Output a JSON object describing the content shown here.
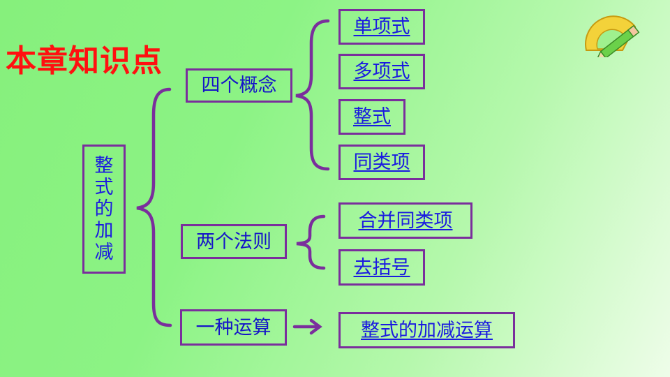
{
  "slide": {
    "title": "本章知识点",
    "root_chars": [
      "整",
      "式",
      "的",
      "加",
      "减"
    ],
    "categories": [
      {
        "label": "四个概念"
      },
      {
        "label": "两个法则"
      },
      {
        "label": "一种运算"
      }
    ],
    "items": [
      "单项式",
      "多项式",
      "整式",
      "同类项",
      "合并同类项",
      "去括号",
      "整式的加减运算"
    ]
  },
  "colors": {
    "title": "#ff1010",
    "border": "#7a2e9c",
    "text": "#1a1ae0",
    "bracket": "#7a2e9c"
  },
  "icons": {
    "corner": "protractor-pencil-icon"
  }
}
